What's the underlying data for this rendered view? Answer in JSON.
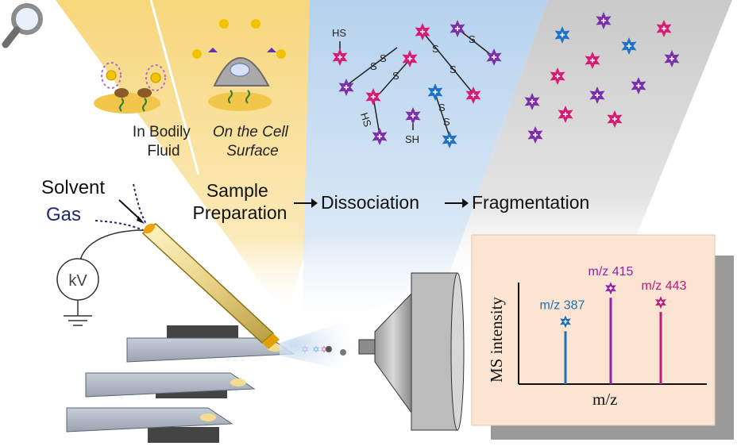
{
  "stages": {
    "sample_preparation": "Sample\nPreparation",
    "dissociation": "Dissociation",
    "fragmentation": "Fragmentation"
  },
  "sample_contexts": {
    "bodily_fluid": "In Bodily\nFluid",
    "cell_surface": "On the Cell\nSurface"
  },
  "inputs": {
    "solvent": "Solvent",
    "gas": "Gas",
    "voltage": "kV"
  },
  "dissociation_labels": {
    "thiol": "HS",
    "thiol_right": "SH",
    "sulfur": "S"
  },
  "spectrum": {
    "ylabel": "MS intensity",
    "xlabel": "m/z"
  },
  "chart_data": {
    "type": "bar",
    "categories": [
      "m/z 387",
      "m/z 415",
      "m/z 443"
    ],
    "values": [
      0.52,
      0.85,
      0.71
    ],
    "xlabel": "m/z",
    "ylabel": "MS intensity",
    "colors": [
      "#1f6fb4",
      "#8e24aa",
      "#c2187a"
    ]
  },
  "colors": {
    "beam_yellow": "#f8dc86",
    "beam_blue": "#bcd6ee",
    "beam_gray": "#cfcfcf",
    "spectrum_bg": "#fbe5d2",
    "ion_magenta": "#d81b73",
    "ion_purple": "#7b2fa8",
    "ion_blue": "#1f72c8"
  }
}
